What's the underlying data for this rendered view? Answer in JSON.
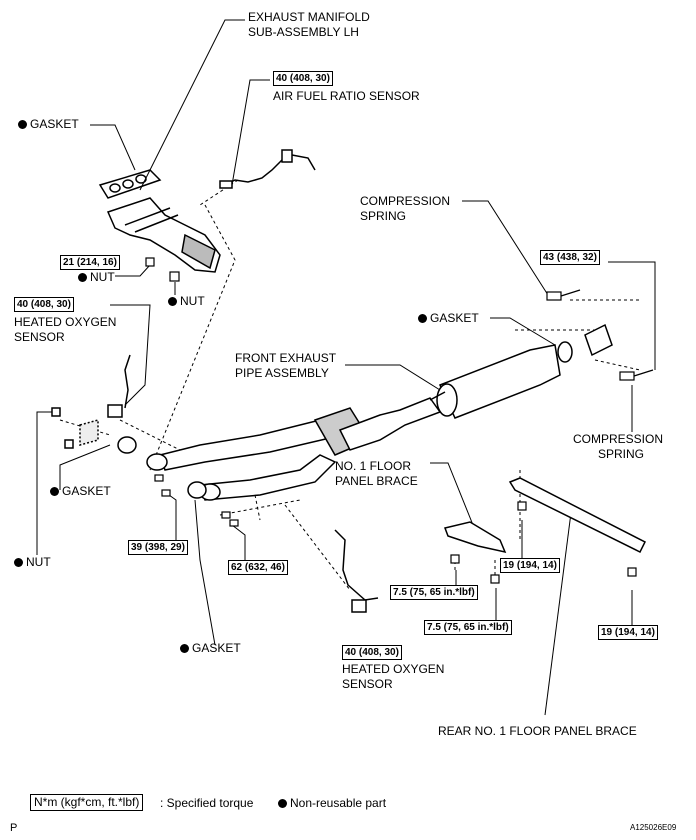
{
  "labels": {
    "manifold_l1": "EXHAUST MANIFOLD",
    "manifold_l2": "SUB-ASSEMBLY LH",
    "af_sensor": "AIR FUEL RATIO SENSOR",
    "gasket_top": "GASKET",
    "nut_a": "NUT",
    "nut_b": "NUT",
    "ho2_l1": "HEATED OXYGEN",
    "ho2_l2": "SENSOR",
    "comp_top_l1": "COMPRESSION",
    "comp_top_l2": "SPRING",
    "gasket_right": "GASKET",
    "front_pipe_l1": "FRONT EXHAUST",
    "front_pipe_l2": "PIPE ASSEMBLY",
    "comp_bot_l1": "COMPRESSION",
    "comp_bot_l2": "SPRING",
    "floor_brace_l1": "NO. 1 FLOOR",
    "floor_brace_l2": "PANEL BRACE",
    "gasket_left": "GASKET",
    "nut_left": "NUT",
    "gasket_bottom": "GASKET",
    "ho2_bot_l1": "HEATED OXYGEN",
    "ho2_bot_l2": "SENSOR",
    "rear_brace": "REAR NO. 1 FLOOR PANEL BRACE"
  },
  "torques": {
    "af_sensor": "40 (408, 30)",
    "nut_manifold": "21 (214, 16)",
    "ho2_top": "40 (408, 30)",
    "comp_spring": "43 (438, 32)",
    "front_flange": "39 (398, 29)",
    "mid_flange": "62 (632, 46)",
    "brace_a": "7.5 (75, 65 in.*lbf)",
    "brace_b": "7.5 (75, 65 in.*lbf)",
    "rear_a": "19 (194, 14)",
    "rear_b": "19 (194, 14)",
    "ho2_bot": "40 (408, 30)"
  },
  "legend": {
    "torque_box": "N*m (kgf*cm, ft.*lbf)",
    "torque_text": ": Specified torque",
    "nonreusable_text": "Non-reusable part"
  },
  "footer": {
    "page_marker": "P",
    "figure_id": "A125026E09"
  }
}
